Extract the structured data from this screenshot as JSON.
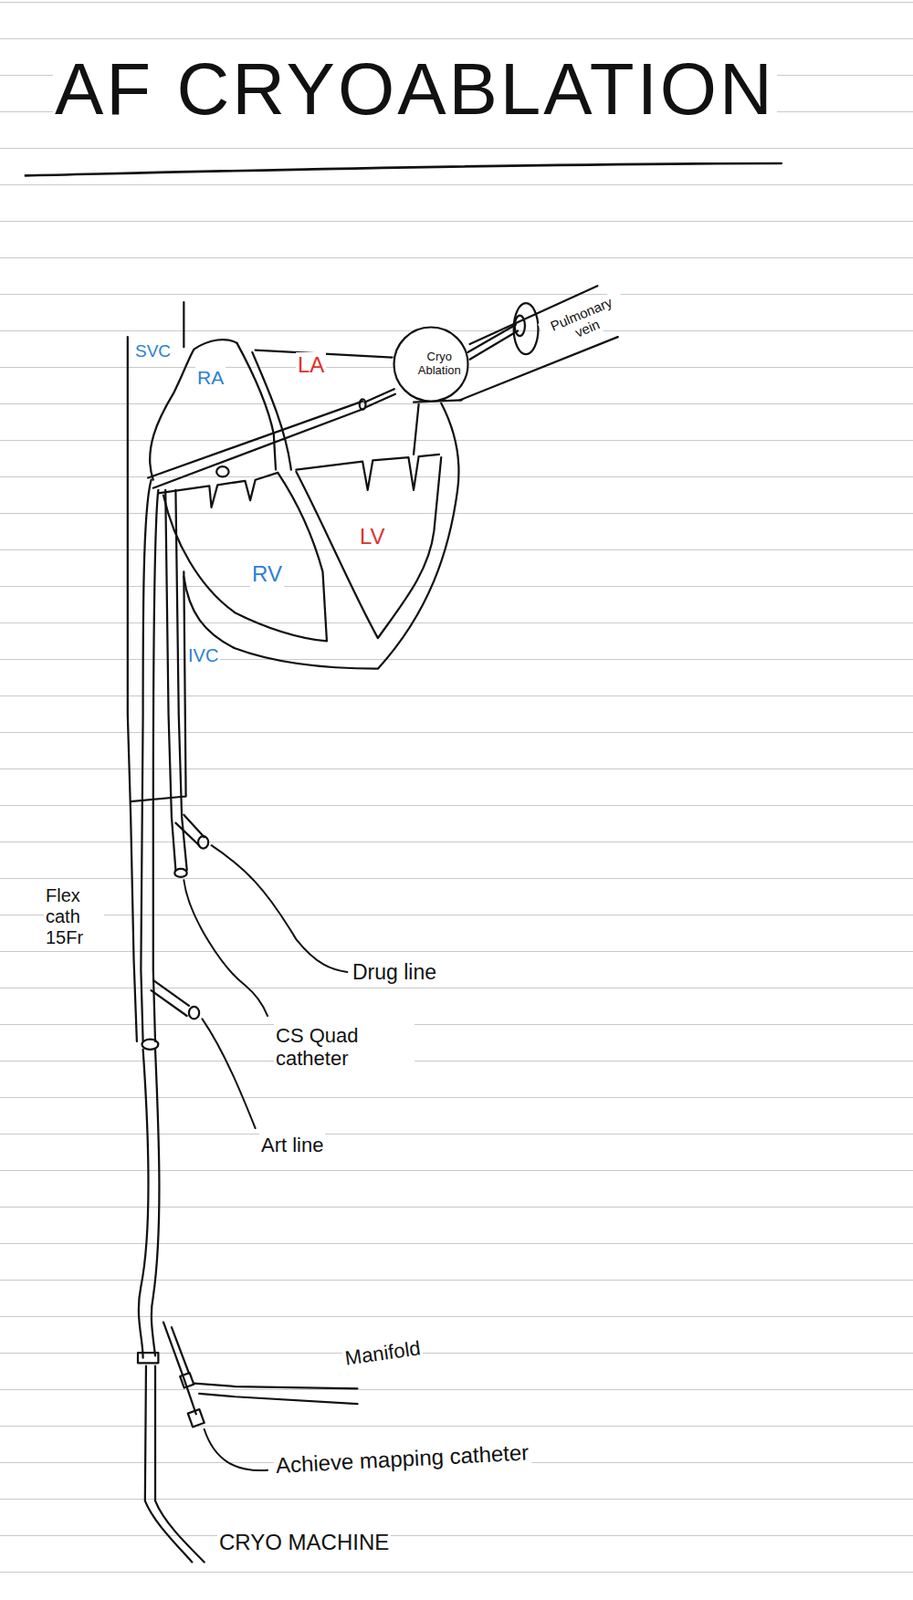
{
  "diagram": {
    "title": "AF CRYOABLATION",
    "nodes": [
      {
        "text": [
          "Cryo Ablation"
        ]
      }
    ],
    "labels": [
      "SVC",
      "RA",
      "LA",
      "Pulmonary vein",
      "RV",
      "LV",
      "IVC",
      "Flex cath 15Fr",
      "Drug line",
      "CS Quad catheter",
      "Art line",
      "Manifold",
      "Achieve mapping catheter",
      "CRYO MACHINE"
    ]
  }
}
